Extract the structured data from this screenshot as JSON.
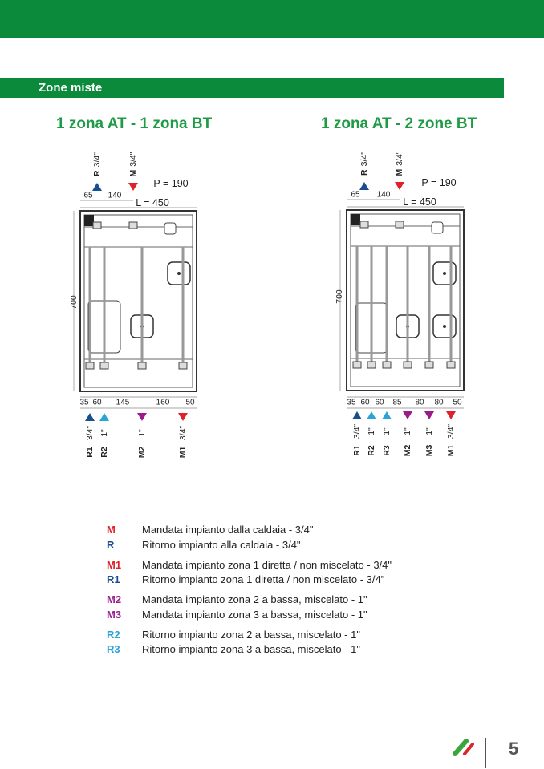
{
  "section_title": "Zone miste",
  "colors": {
    "brand_green": "#0b8a3b",
    "title_green": "#1f9a45",
    "M": "#e0202a",
    "R": "#1a4f8f",
    "M_mixed": "#9b1b8a",
    "R_mixed": "#2aa3d6"
  },
  "diagrams": [
    {
      "title": "1 zona AT - 1 zona BT",
      "top_inlets": [
        {
          "code": "R",
          "size": "3/4\"",
          "color": "#1a4f8f",
          "dir": "up"
        },
        {
          "code": "M",
          "size": "3/4\"",
          "color": "#e0202a",
          "dir": "down"
        }
      ],
      "depth": "P = 190",
      "width": "L = 450",
      "height": "700",
      "top_dims": [
        "65",
        "140"
      ],
      "bottom_dims": [
        "35",
        "60",
        "145",
        "160",
        "50"
      ],
      "bottom_outlets": [
        {
          "code": "R1",
          "size": "3/4\"",
          "color": "#1a4f8f",
          "dir": "up"
        },
        {
          "code": "R2",
          "size": "1\"",
          "color": "#2aa3d6",
          "dir": "up"
        },
        {
          "code": "M2",
          "size": "1\"",
          "color": "#9b1b8a",
          "dir": "down"
        },
        {
          "code": "M1",
          "size": "3/4\"",
          "color": "#e0202a",
          "dir": "down"
        }
      ]
    },
    {
      "title": "1 zona AT - 2 zone BT",
      "top_inlets": [
        {
          "code": "R",
          "size": "3/4\"",
          "color": "#1a4f8f",
          "dir": "up"
        },
        {
          "code": "M",
          "size": "3/4\"",
          "color": "#e0202a",
          "dir": "down"
        }
      ],
      "depth": "P = 190",
      "width": "L = 450",
      "height": "700",
      "top_dims": [
        "65",
        "140"
      ],
      "bottom_dims": [
        "35",
        "60",
        "60",
        "85",
        "80",
        "80",
        "50"
      ],
      "bottom_outlets": [
        {
          "code": "R1",
          "size": "3/4\"",
          "color": "#1a4f8f",
          "dir": "up"
        },
        {
          "code": "R2",
          "size": "1\"",
          "color": "#2aa3d6",
          "dir": "up"
        },
        {
          "code": "R3",
          "size": "1\"",
          "color": "#2aa3d6",
          "dir": "up"
        },
        {
          "code": "M2",
          "size": "1\"",
          "color": "#9b1b8a",
          "dir": "down"
        },
        {
          "code": "M3",
          "size": "1\"",
          "color": "#9b1b8a",
          "dir": "down"
        },
        {
          "code": "M1",
          "size": "3/4\"",
          "color": "#e0202a",
          "dir": "down"
        }
      ]
    }
  ],
  "legend": [
    {
      "code": "M",
      "text": "Mandata impianto dalla caldaia - 3/4\"",
      "color": "#e0202a"
    },
    {
      "code": "R",
      "text": "Ritorno impianto alla caldaia - 3/4\"",
      "color": "#1a4f8f"
    },
    {
      "code": "M1",
      "text": "Mandata impianto zona  1 diretta / non miscelato - 3/4\"",
      "color": "#e0202a"
    },
    {
      "code": "R1",
      "text": "Ritorno impianto zona 1 diretta / non miscelato - 3/4\"",
      "color": "#1a4f8f"
    },
    {
      "code": "M2",
      "text": "Mandata impianto zona 2 a bassa, miscelato - 1\"",
      "color": "#9b1b8a"
    },
    {
      "code": "M3",
      "text": "Mandata impianto zona 3 a bassa, miscelato - 1\"",
      "color": "#9b1b8a"
    },
    {
      "code": "R2",
      "text": "Ritorno impianto zona 2 a bassa, miscelato - 1\"",
      "color": "#2aa3d6"
    },
    {
      "code": "R3",
      "text": "Ritorno impianto zona 3 a bassa, miscelato - 1\"",
      "color": "#2aa3d6"
    }
  ],
  "footer": {
    "page_number": "5"
  }
}
